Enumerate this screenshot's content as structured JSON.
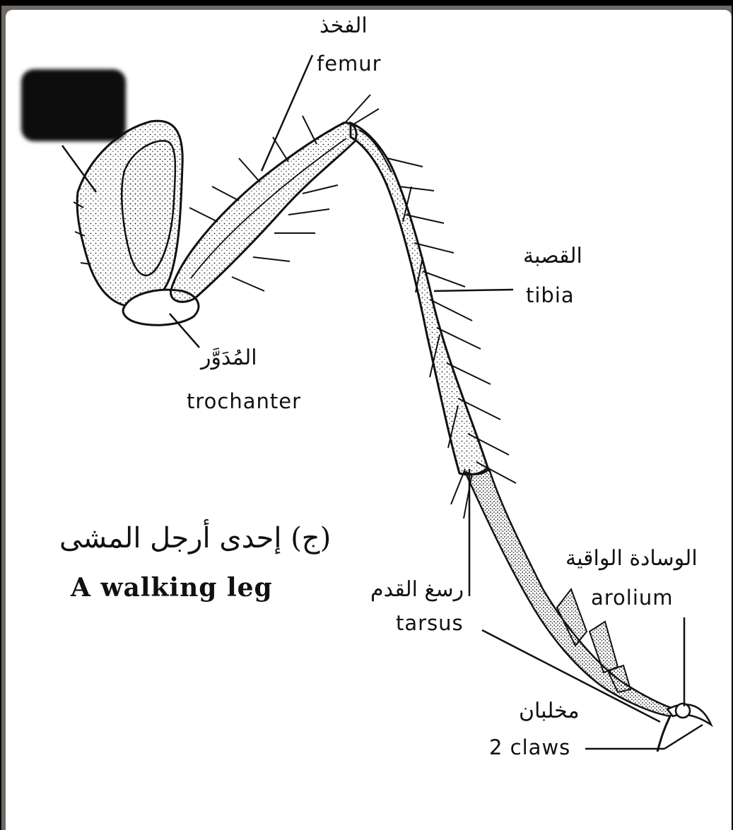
{
  "labels": {
    "femur_ar": "الفخذ",
    "femur_en": "femur",
    "tibia_ar": "القصبة",
    "tibia_en": "tibia",
    "trochanter_ar": "المُدَوَّر",
    "trochanter_en": "trochanter",
    "tarsus_ar": "رسغ القدم",
    "tarsus_en": "tarsus",
    "arolium_ar": "الوسادة الواقية",
    "arolium_en": "arolium",
    "claws_ar": "مخلبان",
    "claws_en": "2 claws"
  },
  "caption": {
    "arabic": "(ج) إحدى أرجل المشى",
    "english": "A walking leg"
  },
  "colors": {
    "ink": "#111111",
    "paper": "#ffffff",
    "redaction": "#0d0d0d"
  }
}
